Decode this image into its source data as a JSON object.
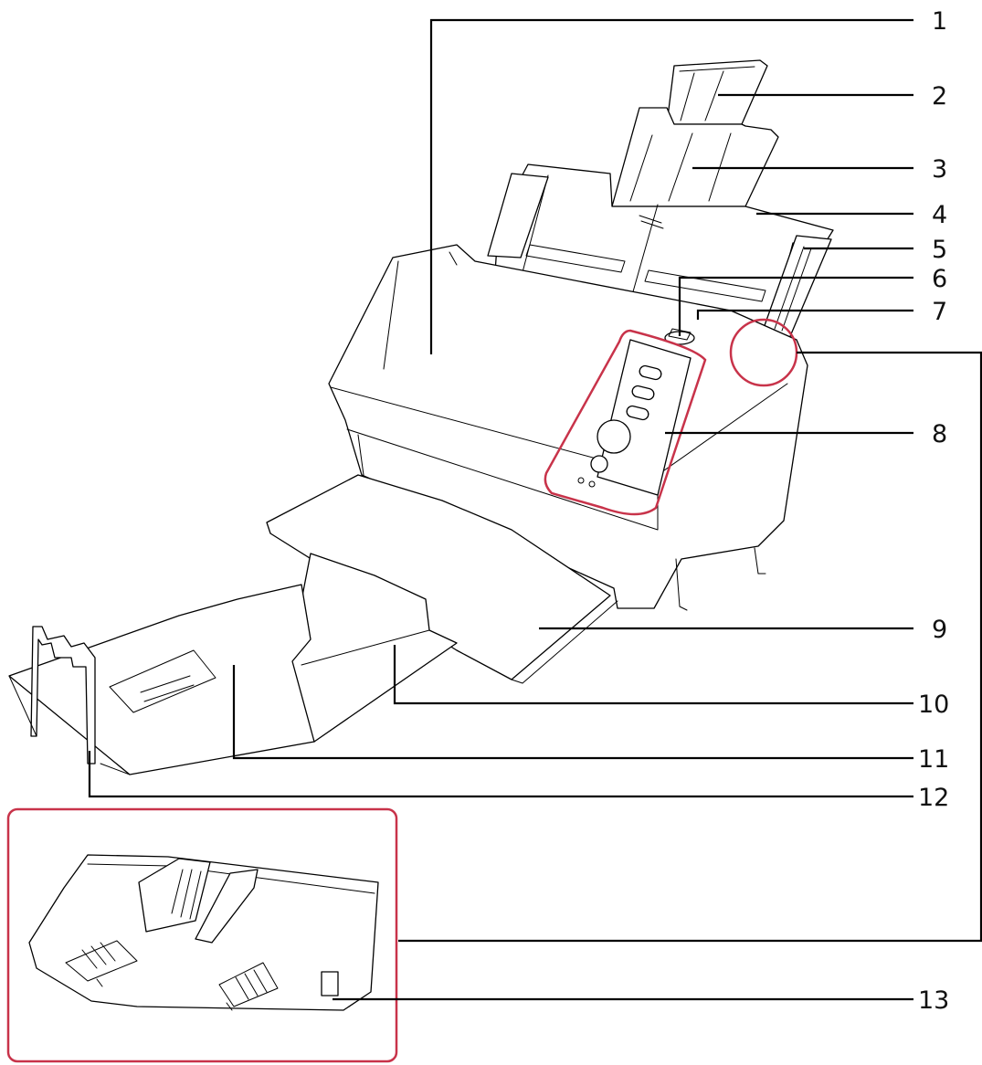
{
  "callouts": [
    {
      "number": "1",
      "target": "top-cover"
    },
    {
      "number": "2",
      "target": "chute-extension-2"
    },
    {
      "number": "3",
      "target": "chute-extension-1"
    },
    {
      "number": "4",
      "target": "adf-paper-chute-feeder"
    },
    {
      "number": "5",
      "target": "side-guides"
    },
    {
      "number": "6",
      "target": "adf-release-tab"
    },
    {
      "number": "7",
      "target": "power-button"
    },
    {
      "number": "8",
      "target": "operator-panel"
    },
    {
      "number": "9",
      "target": "stacker"
    },
    {
      "number": "10",
      "target": "stacker-extension-1"
    },
    {
      "number": "11",
      "target": "stacker-extension-2"
    },
    {
      "number": "12",
      "target": "stopper"
    },
    {
      "number": "13",
      "target": "paper-chute-lever"
    }
  ],
  "colors": {
    "highlight": "#c8334a",
    "line": "#000000",
    "text": "#111111"
  }
}
